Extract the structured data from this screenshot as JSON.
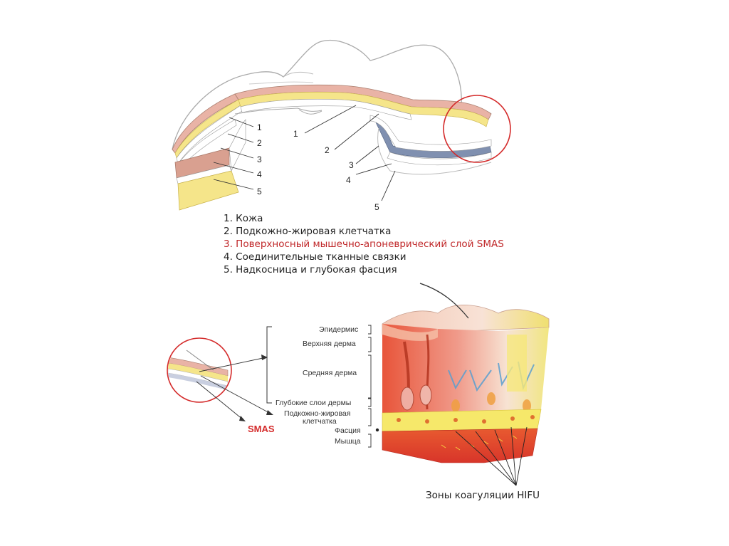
{
  "top_numbers": {
    "left": [
      "1",
      "2",
      "3",
      "4",
      "5"
    ],
    "right": [
      "1",
      "2",
      "3",
      "4",
      "5"
    ]
  },
  "legend": {
    "items": [
      "1. Кожа",
      "2. Подкожно-жировая клетчатка",
      "3. Поверхносный мышечно-апоневрический слой SMAS",
      "4. Соединительные тканные связки",
      "5. Надкосница и глубокая фасция"
    ],
    "highlight_color": "#c0282a"
  },
  "skin_layers": {
    "labels": [
      "Эпидермис",
      "Верхняя дерма",
      "Средняя дерма",
      "Глубокие слои дермы",
      "Подкожно-жировая",
      "клетчатка",
      "Фасция",
      "Мышца"
    ]
  },
  "smas_label": "SMAS",
  "hifu_label": "Зоны коагуляции HIFU",
  "colors": {
    "skin_pink": "#e9b3a6",
    "fat_yellow": "#f5e58a",
    "muscle_red": "#e0402c",
    "circle_red": "#d42b2b",
    "smas_blue": "#8090b0"
  }
}
